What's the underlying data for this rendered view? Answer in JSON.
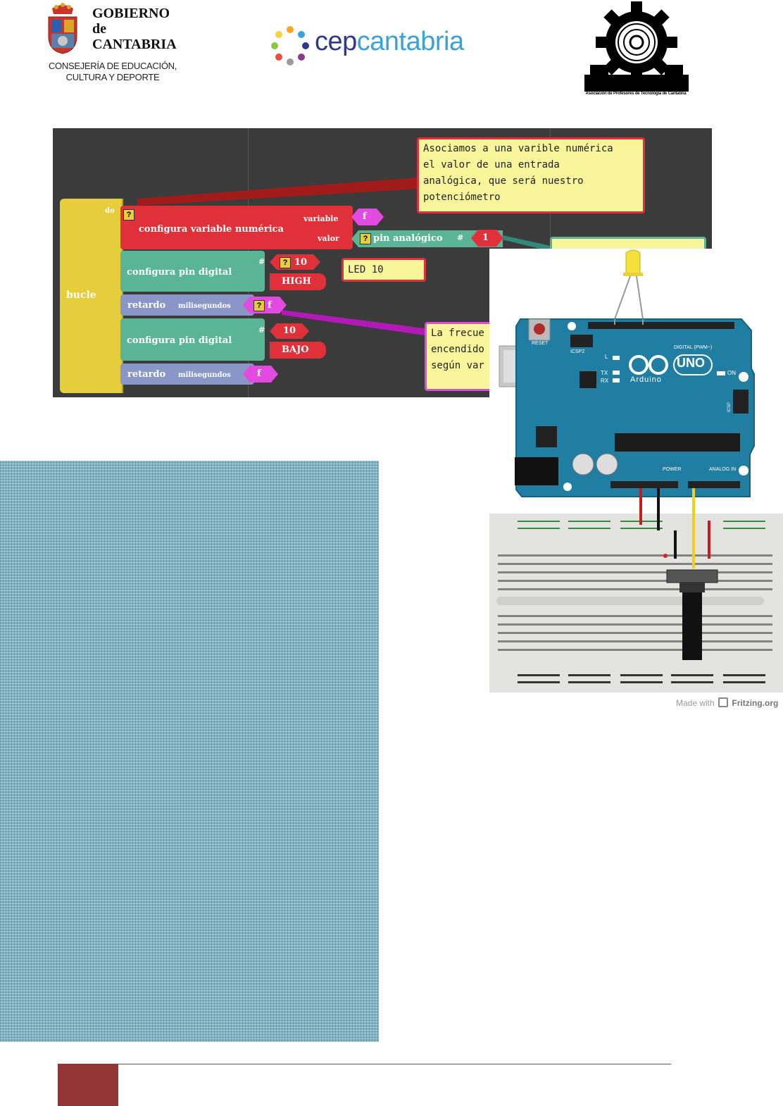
{
  "header": {
    "gobierno_lines": [
      "GOBIERNO",
      "de",
      "CANTABRIA"
    ],
    "consejeria_lines": [
      "CONSEJERÍA DE EDUCACIÓN,",
      "CULTURA Y DEPORTE"
    ],
    "cep_part1": "cep",
    "cep_part2": "cantabria",
    "association": "Asociación de Profesores de Tecnología de Cantabria"
  },
  "blockly": {
    "loop": {
      "label": "bucle",
      "do_label": "do"
    },
    "set_var": {
      "label": "configura variable numérica",
      "variable_label": "variable",
      "value_label": "valor",
      "var_name": "f"
    },
    "analog_pin": {
      "label": "pin analógico",
      "hash": "#",
      "pin": "1"
    },
    "digital_pin_1": {
      "label": "configura pin digital",
      "hash": "#",
      "pin": "10",
      "state": "HIGH"
    },
    "led_comment": "LED 10",
    "delay_1": {
      "label": "retardo",
      "ms_label": "milisegundos",
      "value": "f"
    },
    "digital_pin_2": {
      "label": "configura pin digital",
      "hash": "#",
      "pin": "10",
      "state": "BAJO"
    },
    "delay_2": {
      "label": "retardo",
      "ms_label": "milisegundos",
      "value": "f"
    },
    "comment_top": [
      "Asociamos a una varible numérica",
      "el valor de una entrada",
      "analógica, que será nuestro",
      "potenciómetro"
    ],
    "comment_bottom": [
      "La frecue",
      "encendido",
      "según var"
    ],
    "help_mark": "?"
  },
  "board": {
    "reset": "RESET",
    "icsp2": "ICSP2",
    "icsp": "ICSP",
    "digital": "DIGITAL (PWM~)",
    "uno": "UNO",
    "arduino": "Arduino",
    "l": "L",
    "tx": "TX",
    "rx": "RX",
    "on": "ON",
    "power": "POWER",
    "analog_in": "ANALOG IN",
    "fritzing_made": "Made with",
    "fritzing_brand": "Fritzing.org"
  },
  "colors": {
    "footer_accent": "#943634",
    "loop_block": "#e6cd3c",
    "var_block": "#e0303a",
    "pin_block": "#5ab596",
    "delay_block": "#8b96c8",
    "value_block": "#e24ae0",
    "board_blue": "#1f7ea2"
  }
}
